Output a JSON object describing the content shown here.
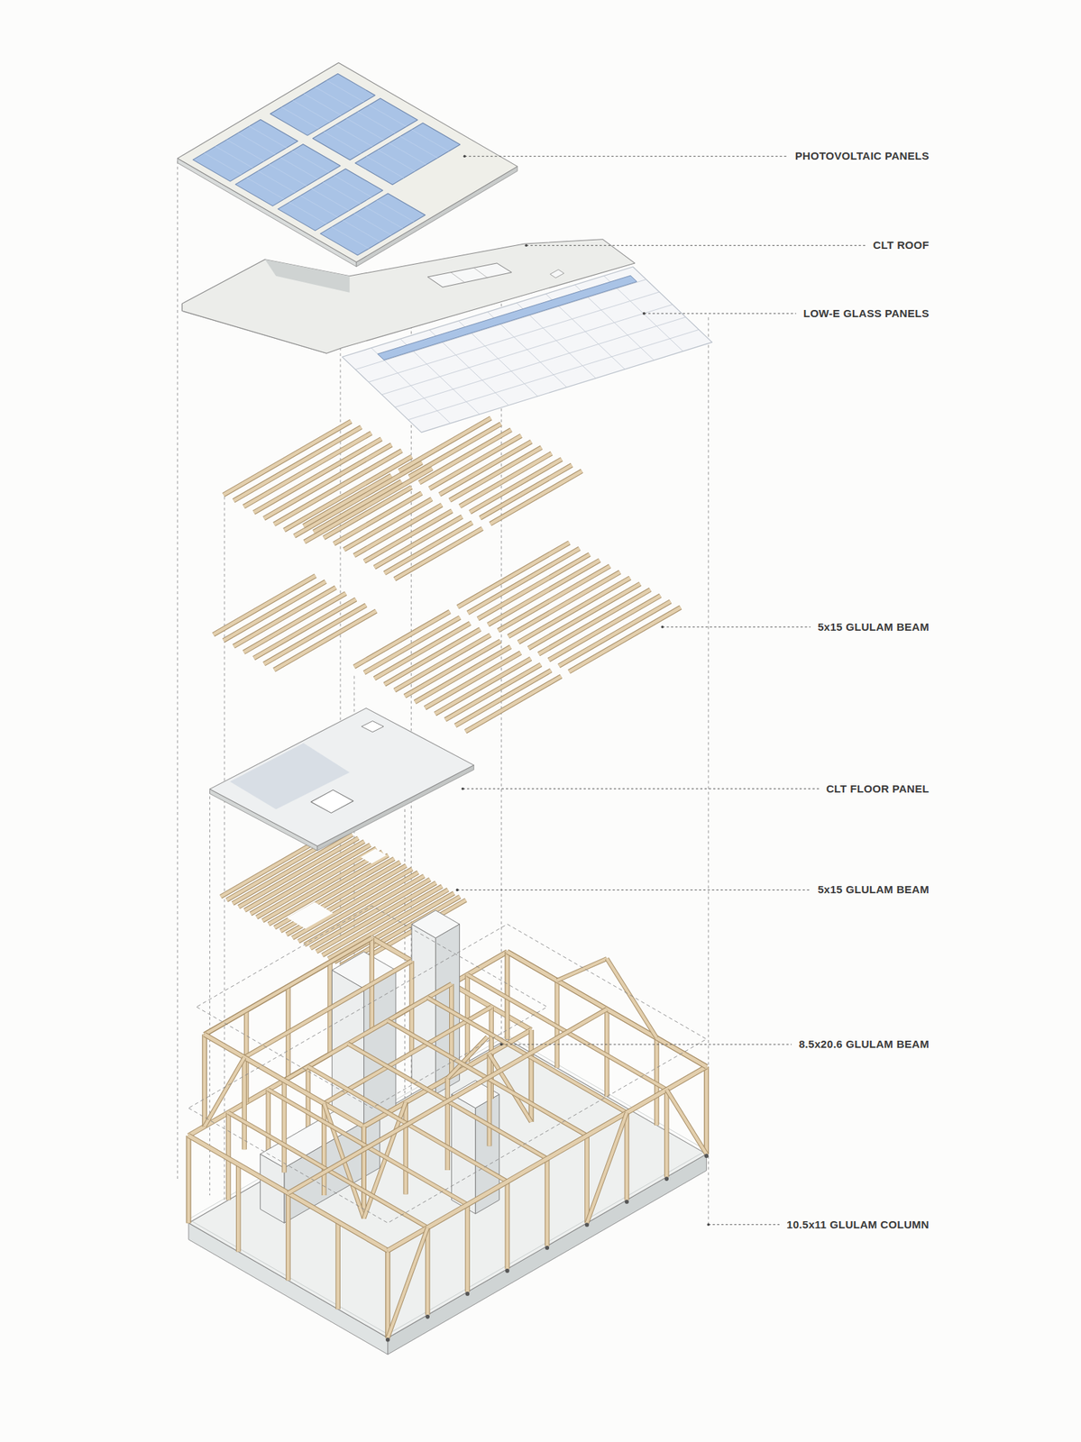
{
  "diagram": {
    "labels": [
      "PHOTOVOLTAIC PANELS",
      "CLT ROOF",
      "LOW-E GLASS PANELS",
      "5x15 GLULAM BEAM",
      "CLT FLOOR PANEL",
      "5x15 GLULAM BEAM",
      "8.5x20.6 GLULAM BEAM",
      "10.5x11 GLULAM COLUMN"
    ]
  }
}
